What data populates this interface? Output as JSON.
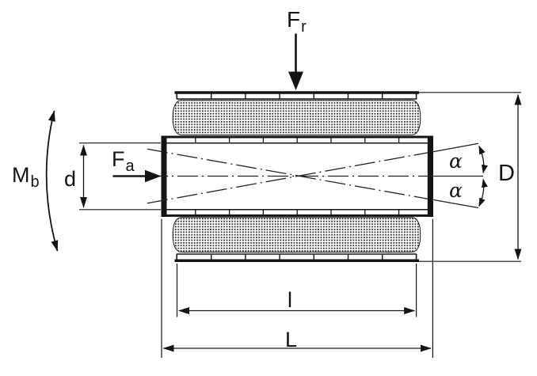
{
  "labels": {
    "radial_force": {
      "main": "F",
      "sub": "r"
    },
    "axial_force": {
      "main": "F",
      "sub": "a"
    },
    "bending_moment": {
      "main": "M",
      "sub": "b"
    },
    "inner_diameter": "d",
    "outer_diameter": "D",
    "tilt_angle_top": "α",
    "tilt_angle_bottom": "α",
    "liner_length": "l",
    "sleeve_length": "L"
  },
  "colors": {
    "line": "#141414",
    "background": "#ffffff"
  }
}
